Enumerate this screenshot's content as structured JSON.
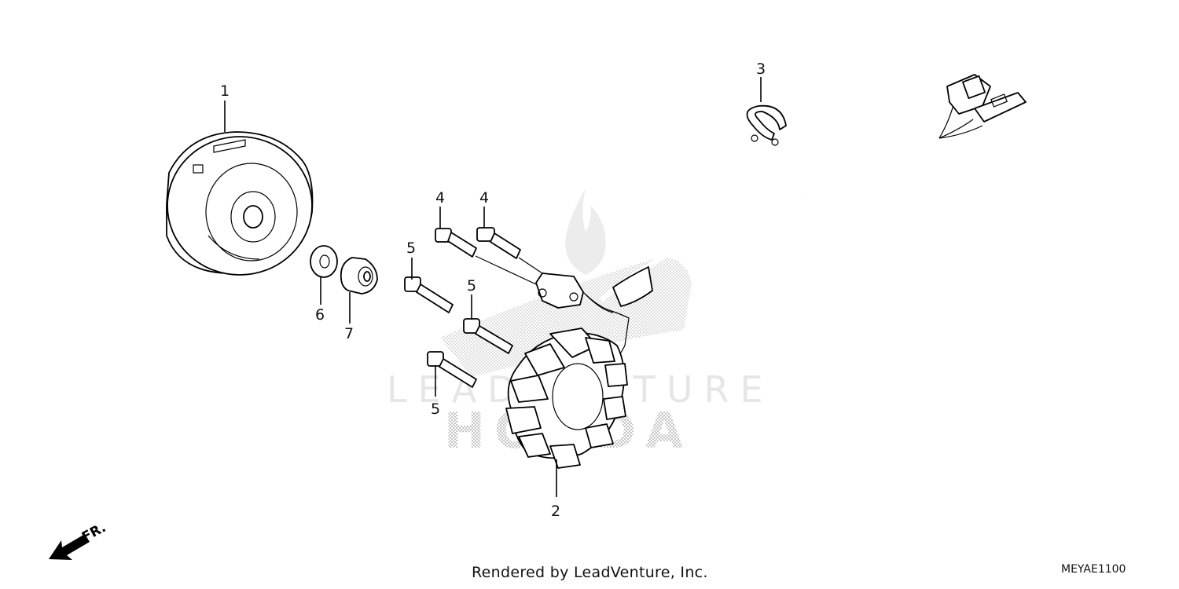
{
  "watermark": {
    "brand": "LEADVENTURE",
    "make": "HONDA"
  },
  "callouts": [
    {
      "id": "c1",
      "label": "1"
    },
    {
      "id": "c2",
      "label": "2"
    },
    {
      "id": "c3",
      "label": "3"
    },
    {
      "id": "c4a",
      "label": "4"
    },
    {
      "id": "c4b",
      "label": "4"
    },
    {
      "id": "c5a",
      "label": "5"
    },
    {
      "id": "c5b",
      "label": "5"
    },
    {
      "id": "c5c",
      "label": "5"
    },
    {
      "id": "c6",
      "label": "6"
    },
    {
      "id": "c7",
      "label": "7"
    }
  ],
  "direction": {
    "label": "FR."
  },
  "footer": {
    "credit": "Rendered by LeadVenture, Inc.",
    "code": "MEYAE1100"
  }
}
